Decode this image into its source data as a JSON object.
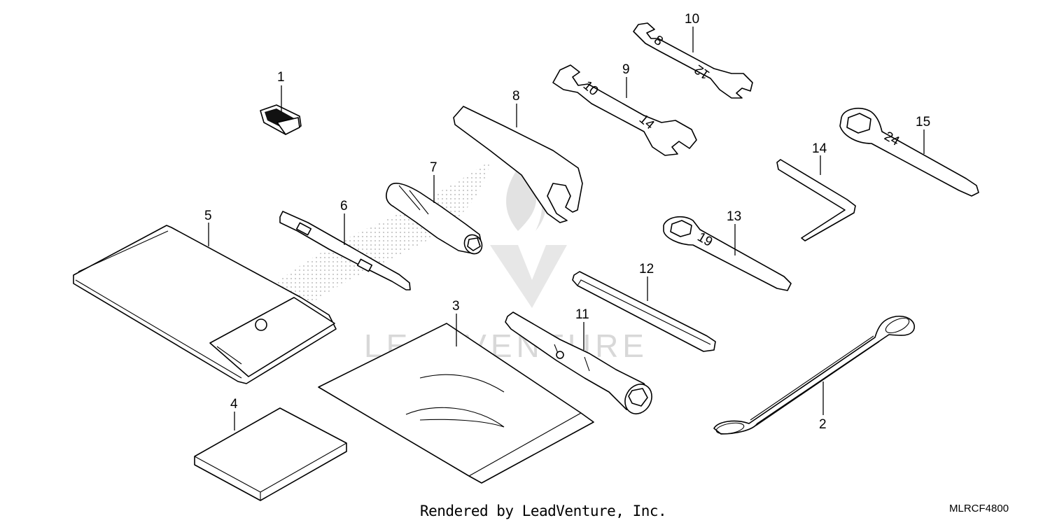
{
  "diagram": {
    "callouts": [
      "1",
      "2",
      "3",
      "4",
      "5",
      "6",
      "7",
      "8",
      "9",
      "10",
      "11",
      "12",
      "13",
      "14",
      "15"
    ],
    "size_marks": {
      "wrench_10_small": "8",
      "wrench_10_large": "12",
      "wrench_9_small": "10",
      "wrench_9_large": "14",
      "ring_13": "19",
      "ring_15": "24"
    },
    "watermark_text": "LEADVENTURE"
  },
  "footer": {
    "credit": "Rendered by LeadVenture, Inc.",
    "code": "MLRCF4800"
  }
}
